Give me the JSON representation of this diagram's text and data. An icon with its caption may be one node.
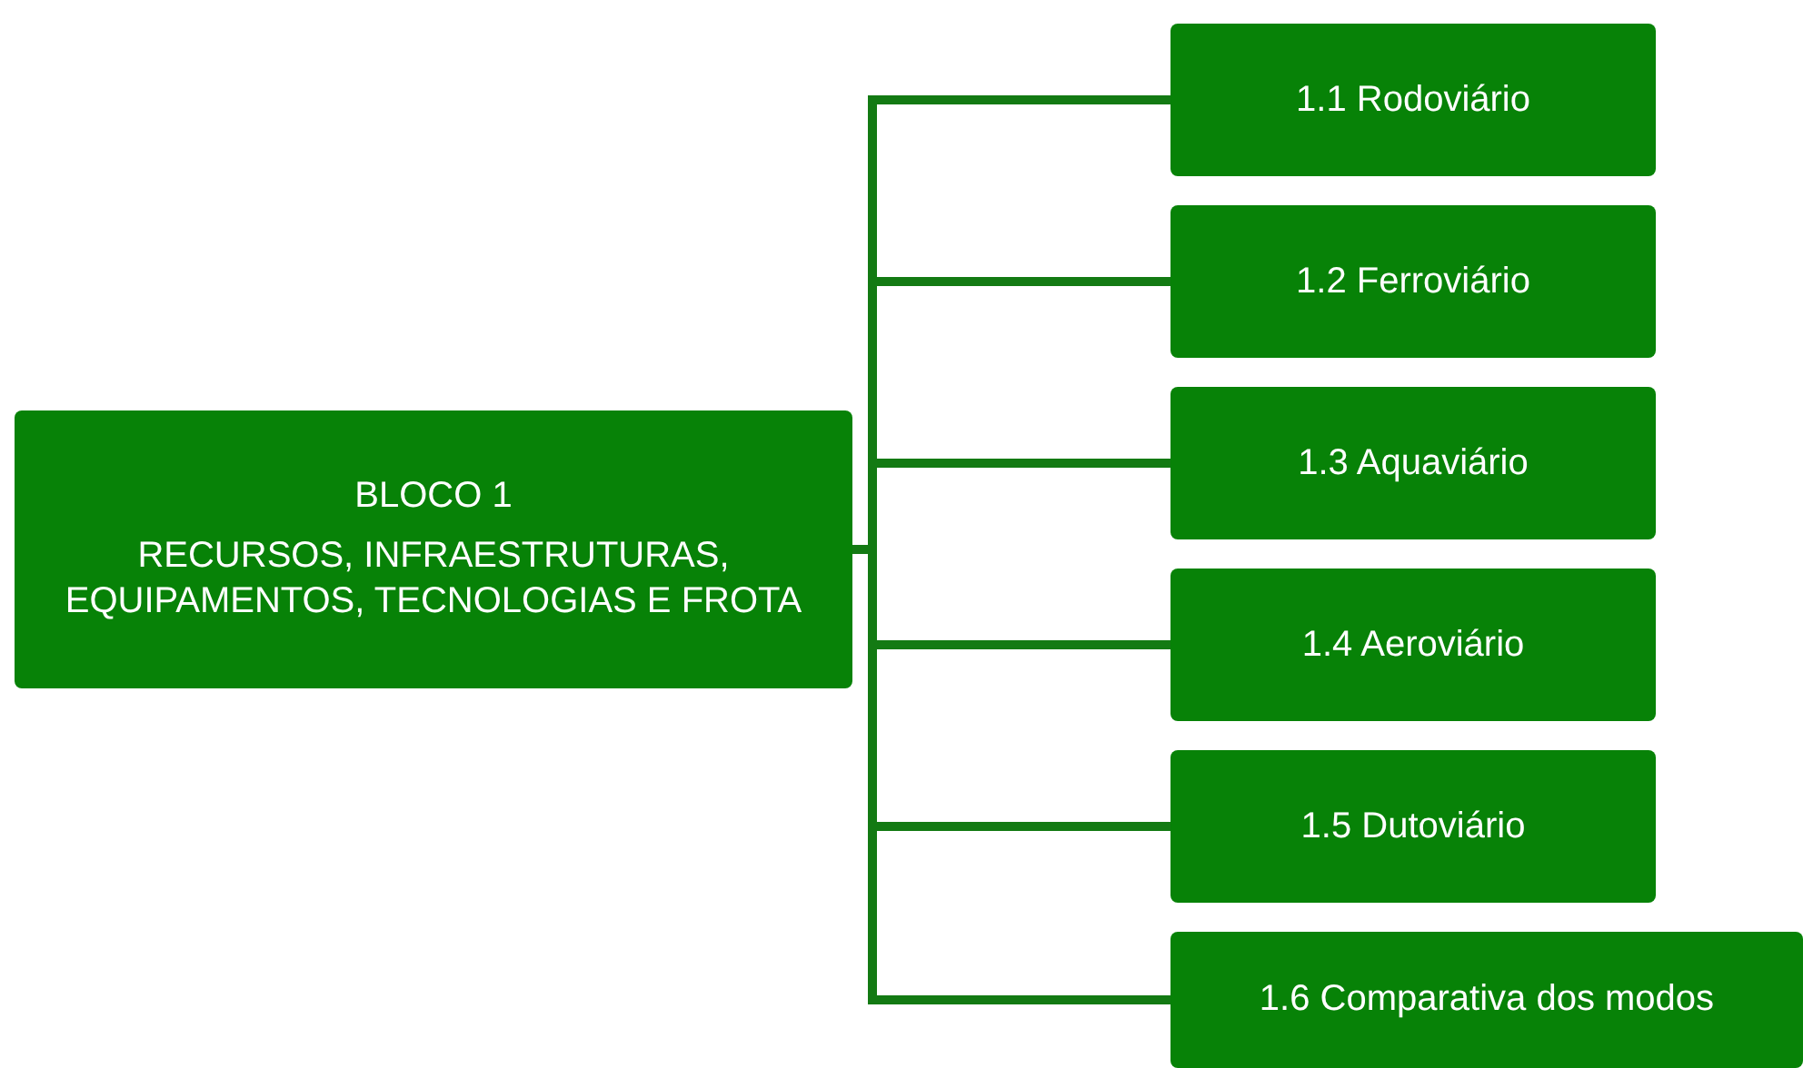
{
  "diagram": {
    "nodes": [
      {
        "text": [
          "BLOCO 1",
          "RECURSOS, INFRAESTRUTURAS, EQUIPAMENTOS, TECNOLOGIAS E FROTA"
        ]
      },
      {
        "text": [
          "1.1 Rodoviário"
        ]
      },
      {
        "text": [
          "1.2 Ferroviário"
        ]
      },
      {
        "text": [
          "1.3 Aquaviário"
        ]
      },
      {
        "text": [
          "1.4 Aeroviário"
        ]
      },
      {
        "text": [
          "1.5 Dutoviário"
        ]
      },
      {
        "text": [
          "1.6 Comparativa dos modos"
        ]
      }
    ],
    "edges": [
      {
        "from": 0,
        "to": 1,
        "arrow": "none"
      },
      {
        "from": 0,
        "to": 2,
        "arrow": "none"
      },
      {
        "from": 0,
        "to": 3,
        "arrow": "none"
      },
      {
        "from": 0,
        "to": 4,
        "arrow": "none"
      },
      {
        "from": 0,
        "to": 5,
        "arrow": "none"
      },
      {
        "from": 0,
        "to": 6,
        "arrow": "none"
      }
    ]
  }
}
